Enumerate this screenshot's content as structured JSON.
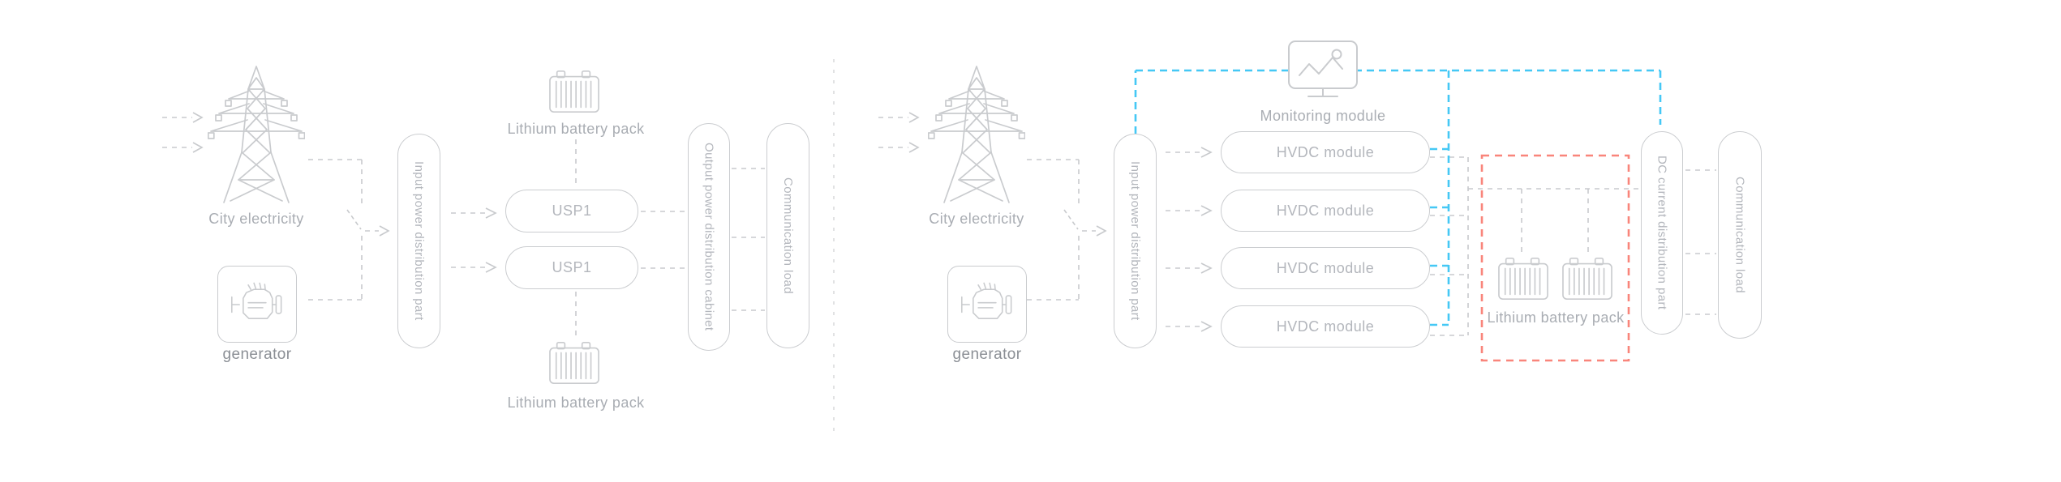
{
  "left_diagram": {
    "city_electricity_label": "City electricity",
    "generator_label": "generator",
    "input_pill_label": "Input power distribution part",
    "battery_top_label": "Lithium battery pack",
    "ups_top_label": "USP1",
    "ups_bottom_label": "USP1",
    "battery_bottom_label": "Lithium battery pack",
    "output_pill_label": "Output power distribution cabinet",
    "comm_pill_label": "Communication load"
  },
  "right_diagram": {
    "city_electricity_label": "City electricity",
    "generator_label": "generator",
    "input_pill_label": "Input power distribution part",
    "monitoring_label": "Monitoring module",
    "hvdc_labels": [
      "HVDC module",
      "HVDC module",
      "HVDC module",
      "HVDC module"
    ],
    "battery_label": "Lithium battery pack",
    "dc_pill_label": "DC current distribution part",
    "comm_pill_label": "Communication load"
  },
  "colors": {
    "line_gray": "#c8cacd",
    "label_text": "#a9adb3",
    "generator_text": "#8b8f95",
    "pill_text": "#b3b6bc",
    "monitoring_blue": "#45c8f5",
    "battery_zone_red": "#f9857b",
    "background": "#ffffff"
  }
}
